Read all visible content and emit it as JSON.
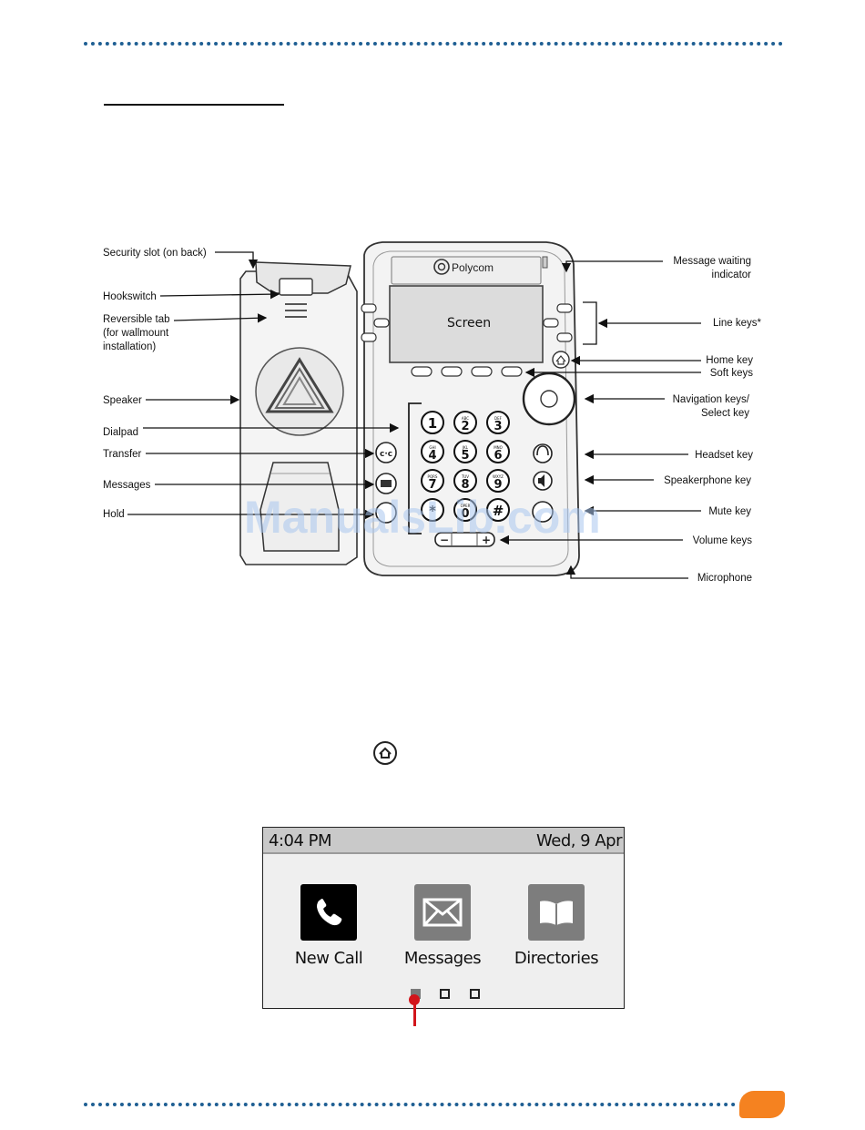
{
  "labels": {
    "security_slot": "Security slot (on back)",
    "hookswitch": "Hookswitch",
    "reversible_tab": "Reversible tab\n(for wallmount\ninstallation)",
    "speaker": "Speaker",
    "dialpad": "Dialpad",
    "transfer": "Transfer",
    "messages": "Messages",
    "hold": "Hold",
    "message_waiting": "Message waiting\nindicator",
    "line_keys": "Line keys*",
    "home_key": "Home key",
    "soft_keys": "Soft keys",
    "navigation_keys": "Navigation keys/\nSelect key",
    "headset_key": "Headset key",
    "speakerphone_key": "Speakerphone key",
    "mute_key": "Mute key",
    "volume_keys": "Volume keys",
    "microphone": "Microphone"
  },
  "phone": {
    "brand": "Polycom",
    "screen_label": "Screen",
    "volume_minus": "−",
    "volume_plus": "+",
    "keypad": [
      {
        "digit": "1",
        "letters": ""
      },
      {
        "digit": "2",
        "letters": "ABC"
      },
      {
        "digit": "3",
        "letters": "DEF"
      },
      {
        "digit": "4",
        "letters": "GHI"
      },
      {
        "digit": "5",
        "letters": "JKL"
      },
      {
        "digit": "6",
        "letters": "MNO"
      },
      {
        "digit": "7",
        "letters": "PQRS"
      },
      {
        "digit": "8",
        "letters": "TUV"
      },
      {
        "digit": "9",
        "letters": "WXYZ"
      },
      {
        "digit": "*",
        "letters": ""
      },
      {
        "digit": "0",
        "letters": "OPER"
      },
      {
        "digit": "#",
        "letters": ""
      }
    ]
  },
  "watermark": "ManualsLib.com",
  "home_screen": {
    "time": "4:04 PM",
    "date": "Wed, 9 Apr",
    "apps": [
      {
        "label": "New Call",
        "icon": "phone-handset-icon"
      },
      {
        "label": "Messages",
        "icon": "envelope-icon"
      },
      {
        "label": "Directories",
        "icon": "open-book-icon"
      }
    ],
    "pages": 3,
    "active_page": 1
  },
  "colors": {
    "rule": "#1f5f93",
    "badge": "#f58220",
    "callout": "#d2151b",
    "tile_active": "#000000",
    "tile_inactive": "#7d7d7d"
  }
}
